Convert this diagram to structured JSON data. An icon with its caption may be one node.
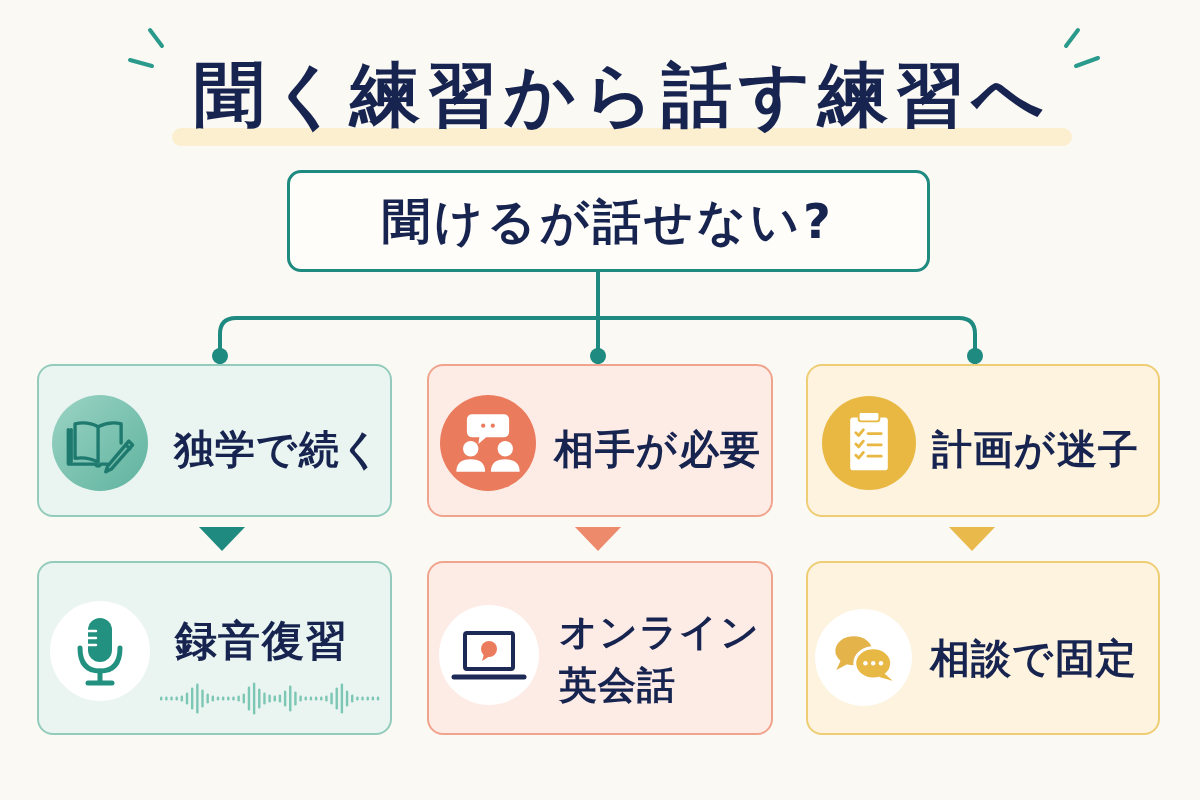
{
  "diagram": {
    "title": "聞く練習から話す練習へ",
    "nodes": [
      {
        "text": [
          "聞けるが話せない?"
        ]
      },
      {
        "text": [
          "独学で続く"
        ]
      },
      {
        "text": [
          "相手が必要"
        ]
      },
      {
        "text": [
          "計画が迷子"
        ]
      },
      {
        "text": [
          "録音復習"
        ]
      },
      {
        "text": [
          "オンライン英会話"
        ]
      },
      {
        "text": [
          "相談で固定"
        ]
      }
    ],
    "edges": [
      {
        "from": 0,
        "to": 1,
        "arrow": "other"
      },
      {
        "from": 0,
        "to": 2,
        "arrow": "other"
      },
      {
        "from": 0,
        "to": 3,
        "arrow": "other"
      },
      {
        "from": 1,
        "to": 4,
        "arrow": "to"
      },
      {
        "from": 2,
        "to": 5,
        "arrow": "to",
        "color": "#ee8a6c"
      },
      {
        "from": 3,
        "to": 6,
        "arrow": "to",
        "color": "#e9b94c"
      }
    ]
  }
}
